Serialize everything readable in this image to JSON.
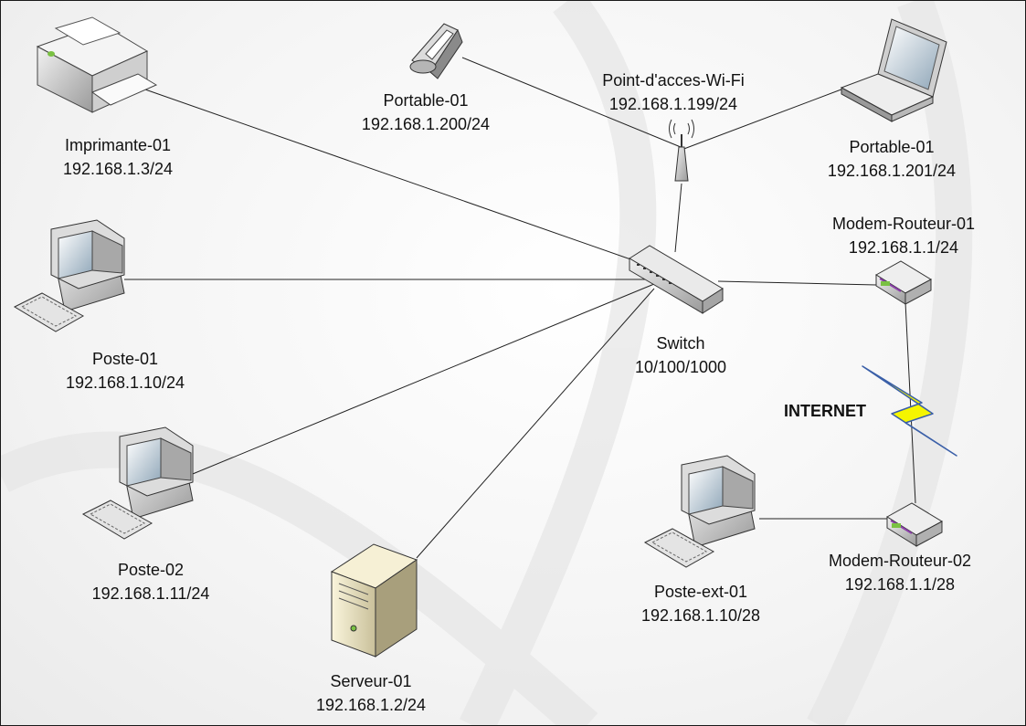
{
  "nodes": {
    "printer": {
      "name": "Imprimante-01",
      "ip": "192.168.1.3/24"
    },
    "phone": {
      "name": "Portable-01",
      "ip": "192.168.1.200/24"
    },
    "wifi": {
      "name": "Point-d'acces-Wi-Fi",
      "ip": "192.168.1.199/24"
    },
    "laptop": {
      "name": "Portable-01",
      "ip": "192.168.1.201/24"
    },
    "modem1": {
      "name": "Modem-Routeur-01",
      "ip": "192.168.1.1/24"
    },
    "poste1": {
      "name": "Poste-01",
      "ip": "192.168.1.10/24"
    },
    "switch": {
      "name": "Switch",
      "speed": "10/100/1000"
    },
    "internet": {
      "label": "INTERNET"
    },
    "poste2": {
      "name": "Poste-02",
      "ip": "192.168.1.11/24"
    },
    "posteext": {
      "name": "Poste-ext-01",
      "ip": "192.168.1.10/28"
    },
    "modem2": {
      "name": "Modem-Routeur-02",
      "ip": "192.168.1.1/28"
    },
    "server": {
      "name": "Serveur-01",
      "ip": "192.168.1.2/24"
    }
  },
  "colors": {
    "line": "#222222",
    "bolt": "#f5f500",
    "bolt_edge": "#3a5fa8",
    "device": "#d9d9d9"
  }
}
